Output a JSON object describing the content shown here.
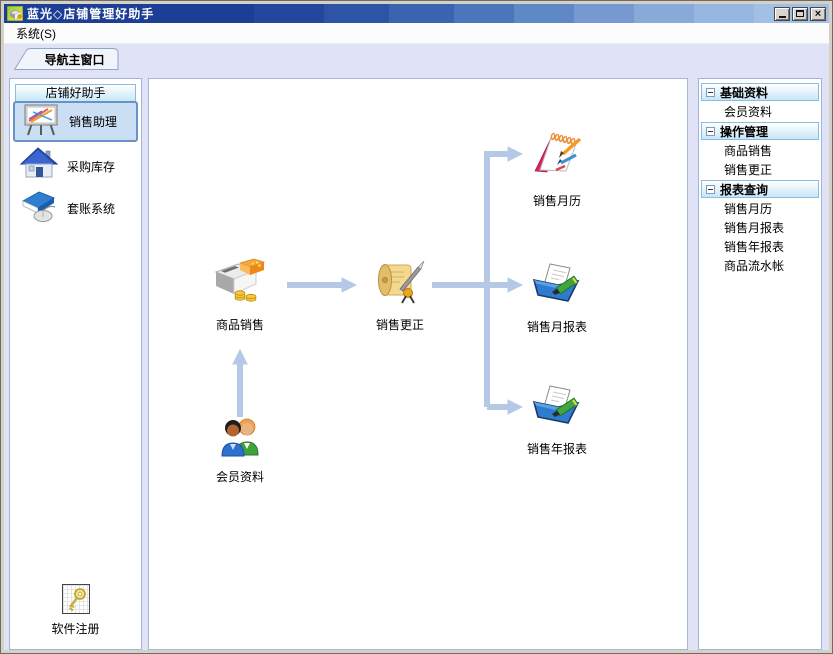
{
  "window": {
    "title": "蓝光◇店铺管理好助手",
    "app_icon": "register-app-icon",
    "controls": [
      {
        "icon": "minimize-icon"
      },
      {
        "icon": "maximize-icon"
      },
      {
        "icon": "close-icon"
      }
    ]
  },
  "menu": {
    "items": [
      {
        "label": "系统(S)"
      }
    ]
  },
  "tabs": [
    {
      "label": "导航主窗口"
    }
  ],
  "left_panel": {
    "header": "店铺好助手",
    "items": [
      {
        "label": "销售助理",
        "icon": "easel-icon",
        "selected": true
      },
      {
        "label": "采购库存",
        "icon": "house-icon",
        "selected": false
      },
      {
        "label": "套账系统",
        "icon": "book-mouse-icon",
        "selected": false
      }
    ],
    "footer": {
      "label": "软件注册",
      "icon": "key-icon"
    }
  },
  "diagram": {
    "nodes": [
      {
        "id": "member-data",
        "label": "会员资料",
        "icon": "members-icon"
      },
      {
        "id": "product-sales",
        "label": "商品销售",
        "icon": "cash-register-icon"
      },
      {
        "id": "sales-correction",
        "label": "销售更正",
        "icon": "scroll-pen-icon"
      },
      {
        "id": "sales-calendar",
        "label": "销售月历",
        "icon": "calendar-icon"
      },
      {
        "id": "monthly-report",
        "label": "销售月报表",
        "icon": "folder-pencil-icon"
      },
      {
        "id": "yearly-report",
        "label": "销售年报表",
        "icon": "folder-pencil-icon"
      }
    ],
    "edges": [
      {
        "from": "会员资料",
        "to": "商品销售"
      },
      {
        "from": "商品销售",
        "to": "销售更正"
      },
      {
        "from": "销售更正",
        "to": "销售月历"
      },
      {
        "from": "销售更正",
        "to": "销售月报表"
      },
      {
        "from": "销售更正",
        "to": "销售年报表"
      }
    ],
    "arrow_color": "#b5c9e6"
  },
  "right_panel": {
    "groups": [
      {
        "header": "基础资料",
        "items": [
          "会员资料"
        ]
      },
      {
        "header": "操作管理",
        "items": [
          "商品销售",
          "销售更正"
        ]
      },
      {
        "header": "报表查询",
        "items": [
          "销售月历",
          "销售月报表",
          "销售年报表",
          "商品流水帐"
        ]
      }
    ]
  },
  "colors": {
    "titlebar_start": "#1c3e94",
    "titlebar_end": "#a2c0e6",
    "workspace_bg": "#e0e2f6",
    "panel_border": "#a3b4dc",
    "group_header_bg": "#c6e7f8",
    "selected_item_bg": "#cadef4",
    "selected_item_border": "#6892c8",
    "arrow": "#b5c9e6"
  }
}
